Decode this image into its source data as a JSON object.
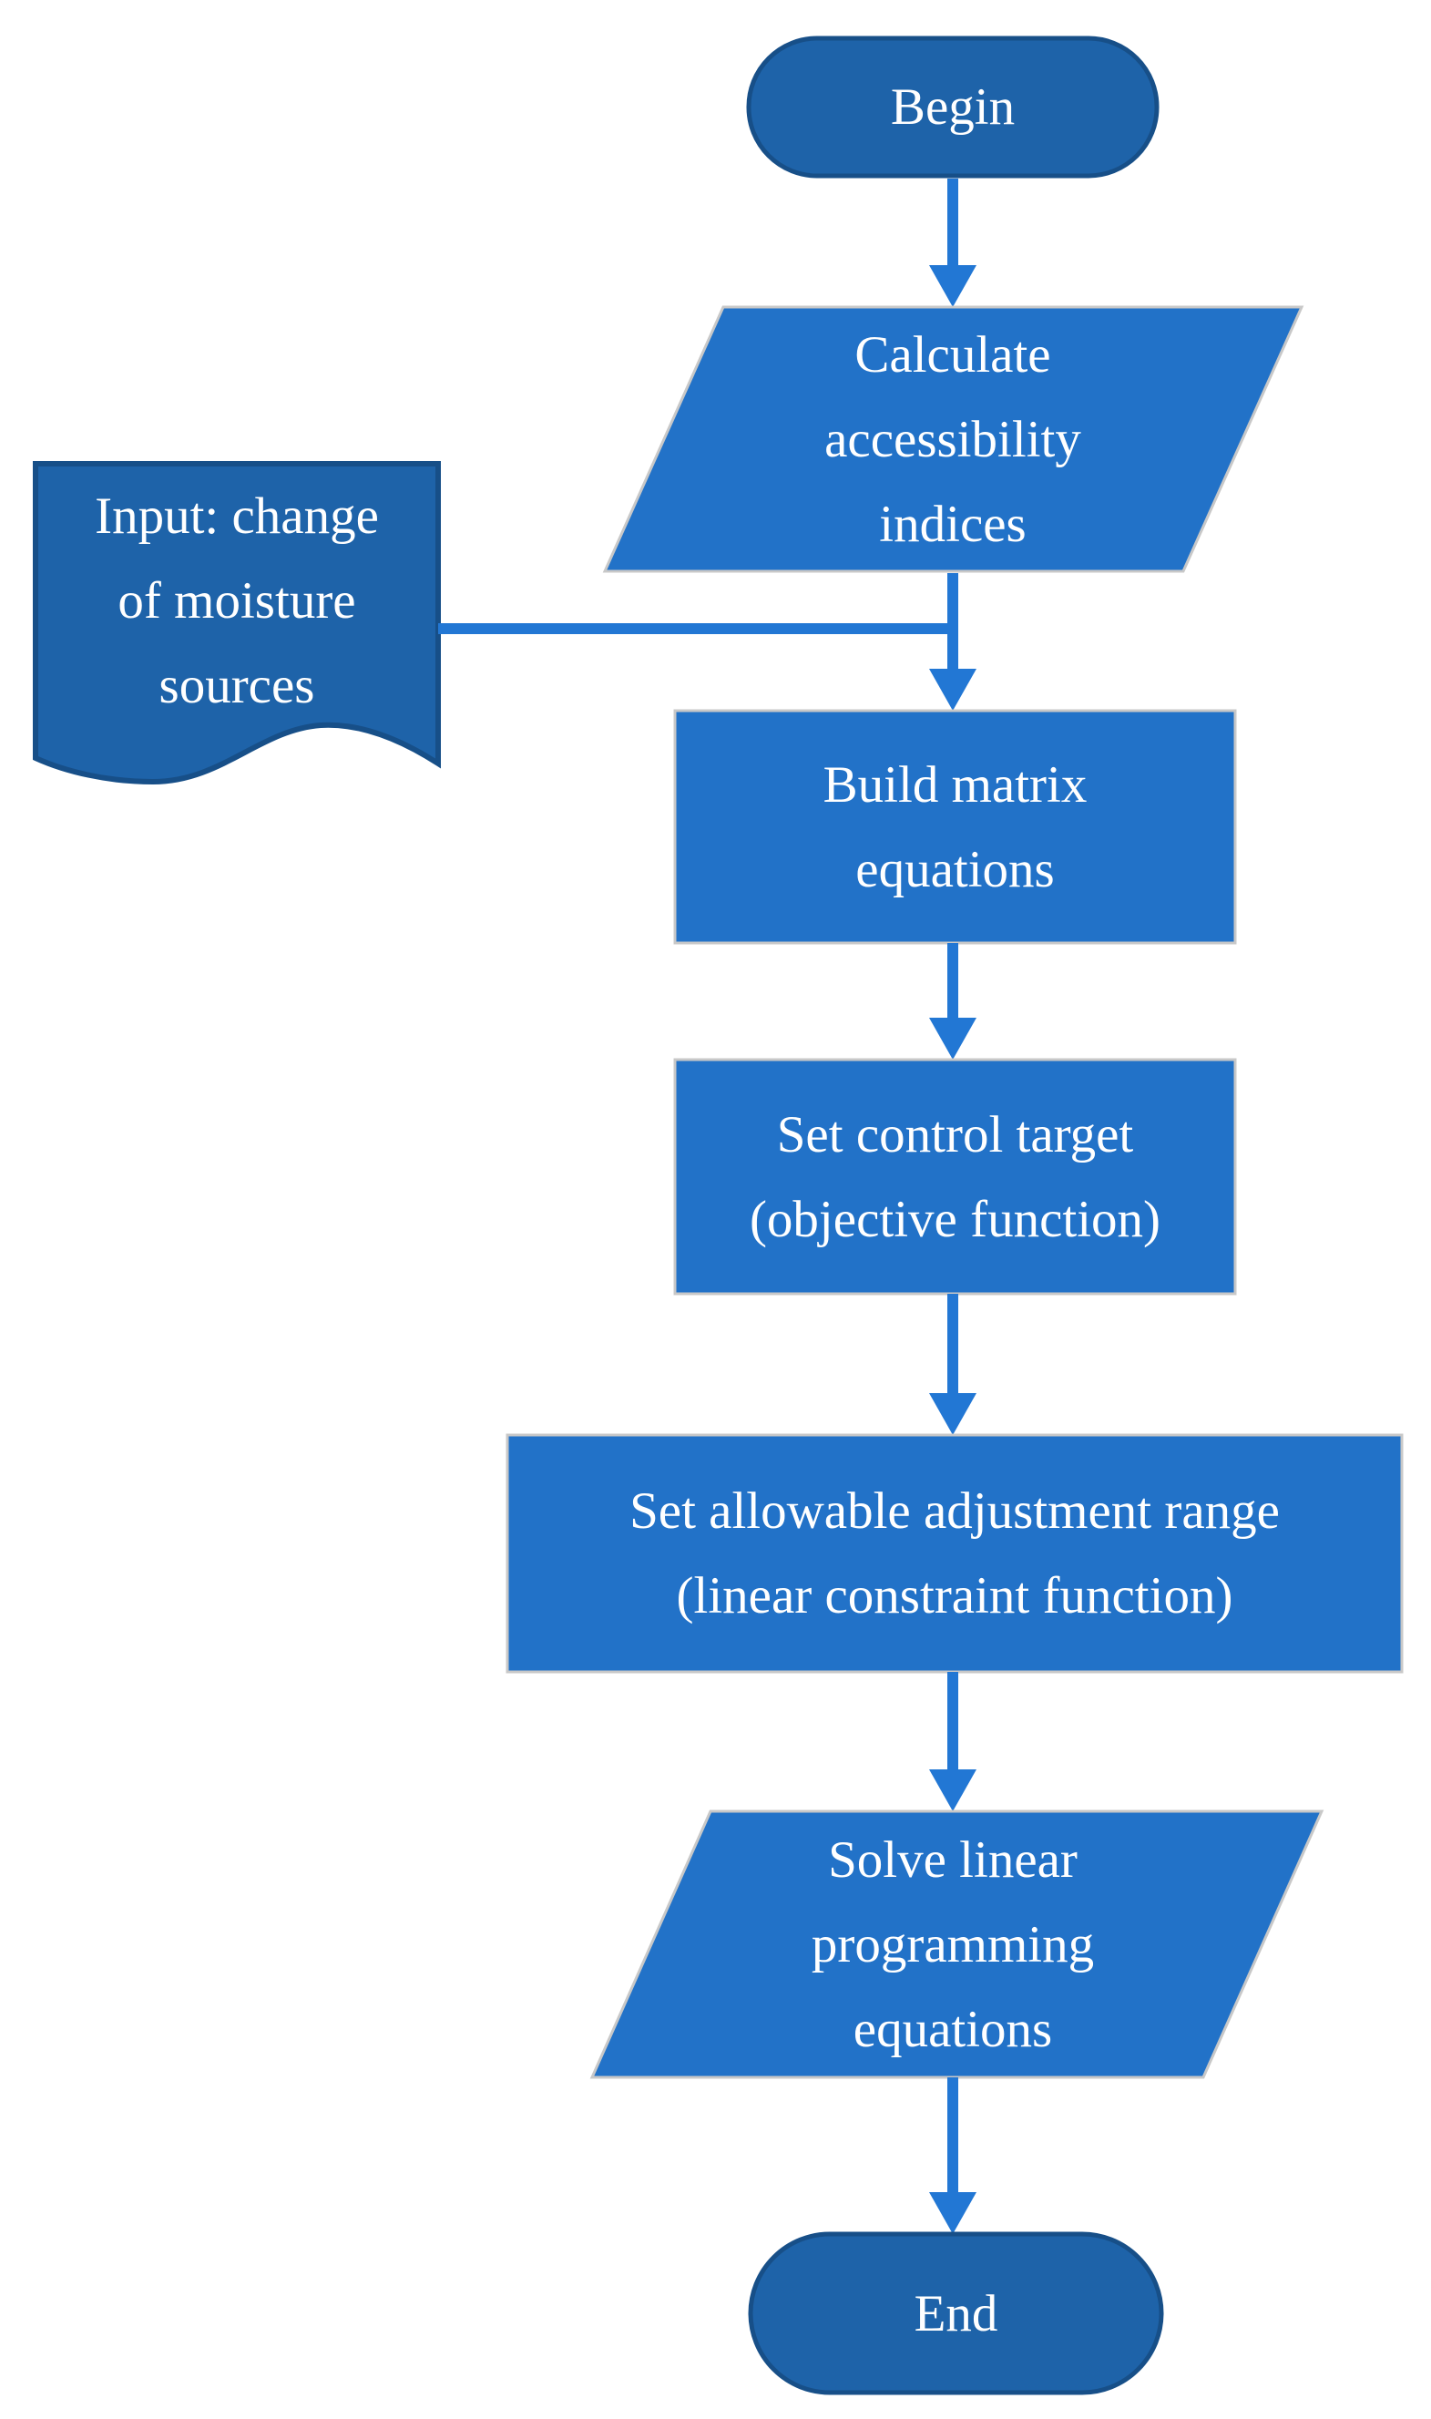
{
  "figure_type": "flowchart",
  "palette": {
    "background": "#ffffff",
    "terminator_fill": "#1e63a9",
    "terminator_border": "#174f88",
    "document_fill": "#1e63a9",
    "document_border": "#174f88",
    "process_fill": "#2272c8",
    "process_border": "#c8c8c8",
    "arrow": "#2277d4",
    "text": "#ffffff"
  },
  "nodes": {
    "begin": {
      "shape": "terminator",
      "label": "Begin"
    },
    "calculate_accessibility": {
      "shape": "parallelogram",
      "lines": [
        "Calculate",
        "accessibility",
        "indices"
      ]
    },
    "input_moisture": {
      "shape": "document",
      "lines": [
        "Input: change",
        "of moisture",
        "sources"
      ]
    },
    "build_matrix": {
      "shape": "process",
      "lines": [
        "Build matrix",
        "equations"
      ]
    },
    "control_target": {
      "shape": "process",
      "lines": [
        "Set control target",
        "(objective function)"
      ]
    },
    "adjustment_range": {
      "shape": "process",
      "lines": [
        "Set allowable adjustment range",
        "(linear constraint function)"
      ]
    },
    "solve_lp": {
      "shape": "parallelogram",
      "lines": [
        "Solve linear",
        "programming",
        "equations"
      ]
    },
    "end": {
      "shape": "terminator",
      "label": "End"
    }
  },
  "edges": [
    {
      "from": "begin",
      "to": "calculate_accessibility"
    },
    {
      "from": "calculate_accessibility",
      "to": "build_matrix"
    },
    {
      "from": "input_moisture",
      "to": "build_matrix"
    },
    {
      "from": "build_matrix",
      "to": "control_target"
    },
    {
      "from": "control_target",
      "to": "adjustment_range"
    },
    {
      "from": "adjustment_range",
      "to": "solve_lp"
    },
    {
      "from": "solve_lp",
      "to": "end"
    }
  ]
}
